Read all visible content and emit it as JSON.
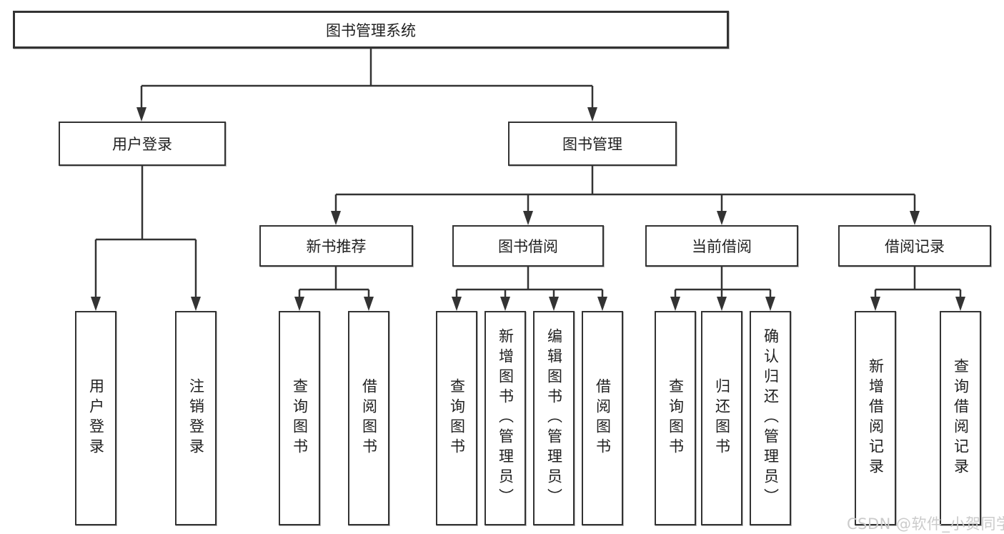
{
  "diagram": {
    "root": {
      "label": "图书管理系统"
    },
    "branches": [
      {
        "label": "用户登录",
        "children": [
          {
            "label": "用户登录"
          },
          {
            "label": "注销登录"
          }
        ]
      },
      {
        "label": "图书管理",
        "children": [
          {
            "label": "新书推荐",
            "children": [
              {
                "label": "查询图书"
              },
              {
                "label": "借阅图书"
              }
            ]
          },
          {
            "label": "图书借阅",
            "children": [
              {
                "label": "查询图书"
              },
              {
                "label": "新增图书（管理员）"
              },
              {
                "label": "编辑图书（管理员）"
              },
              {
                "label": "借阅图书"
              }
            ]
          },
          {
            "label": "当前借阅",
            "children": [
              {
                "label": "查询图书"
              },
              {
                "label": "归还图书"
              },
              {
                "label": "确认归还（管理员）"
              }
            ]
          },
          {
            "label": "借阅记录",
            "children": [
              {
                "label": "新增借阅记录"
              },
              {
                "label": "查询借阅记录"
              }
            ]
          }
        ]
      }
    ]
  },
  "watermark": {
    "text": "CSDN @软件_小贺同学",
    "color": "#cbcbcb"
  },
  "style": {
    "line_color": "#333333",
    "box_border_color": "#333333",
    "text_color": "#1f1f1f",
    "background": "#ffffff"
  }
}
